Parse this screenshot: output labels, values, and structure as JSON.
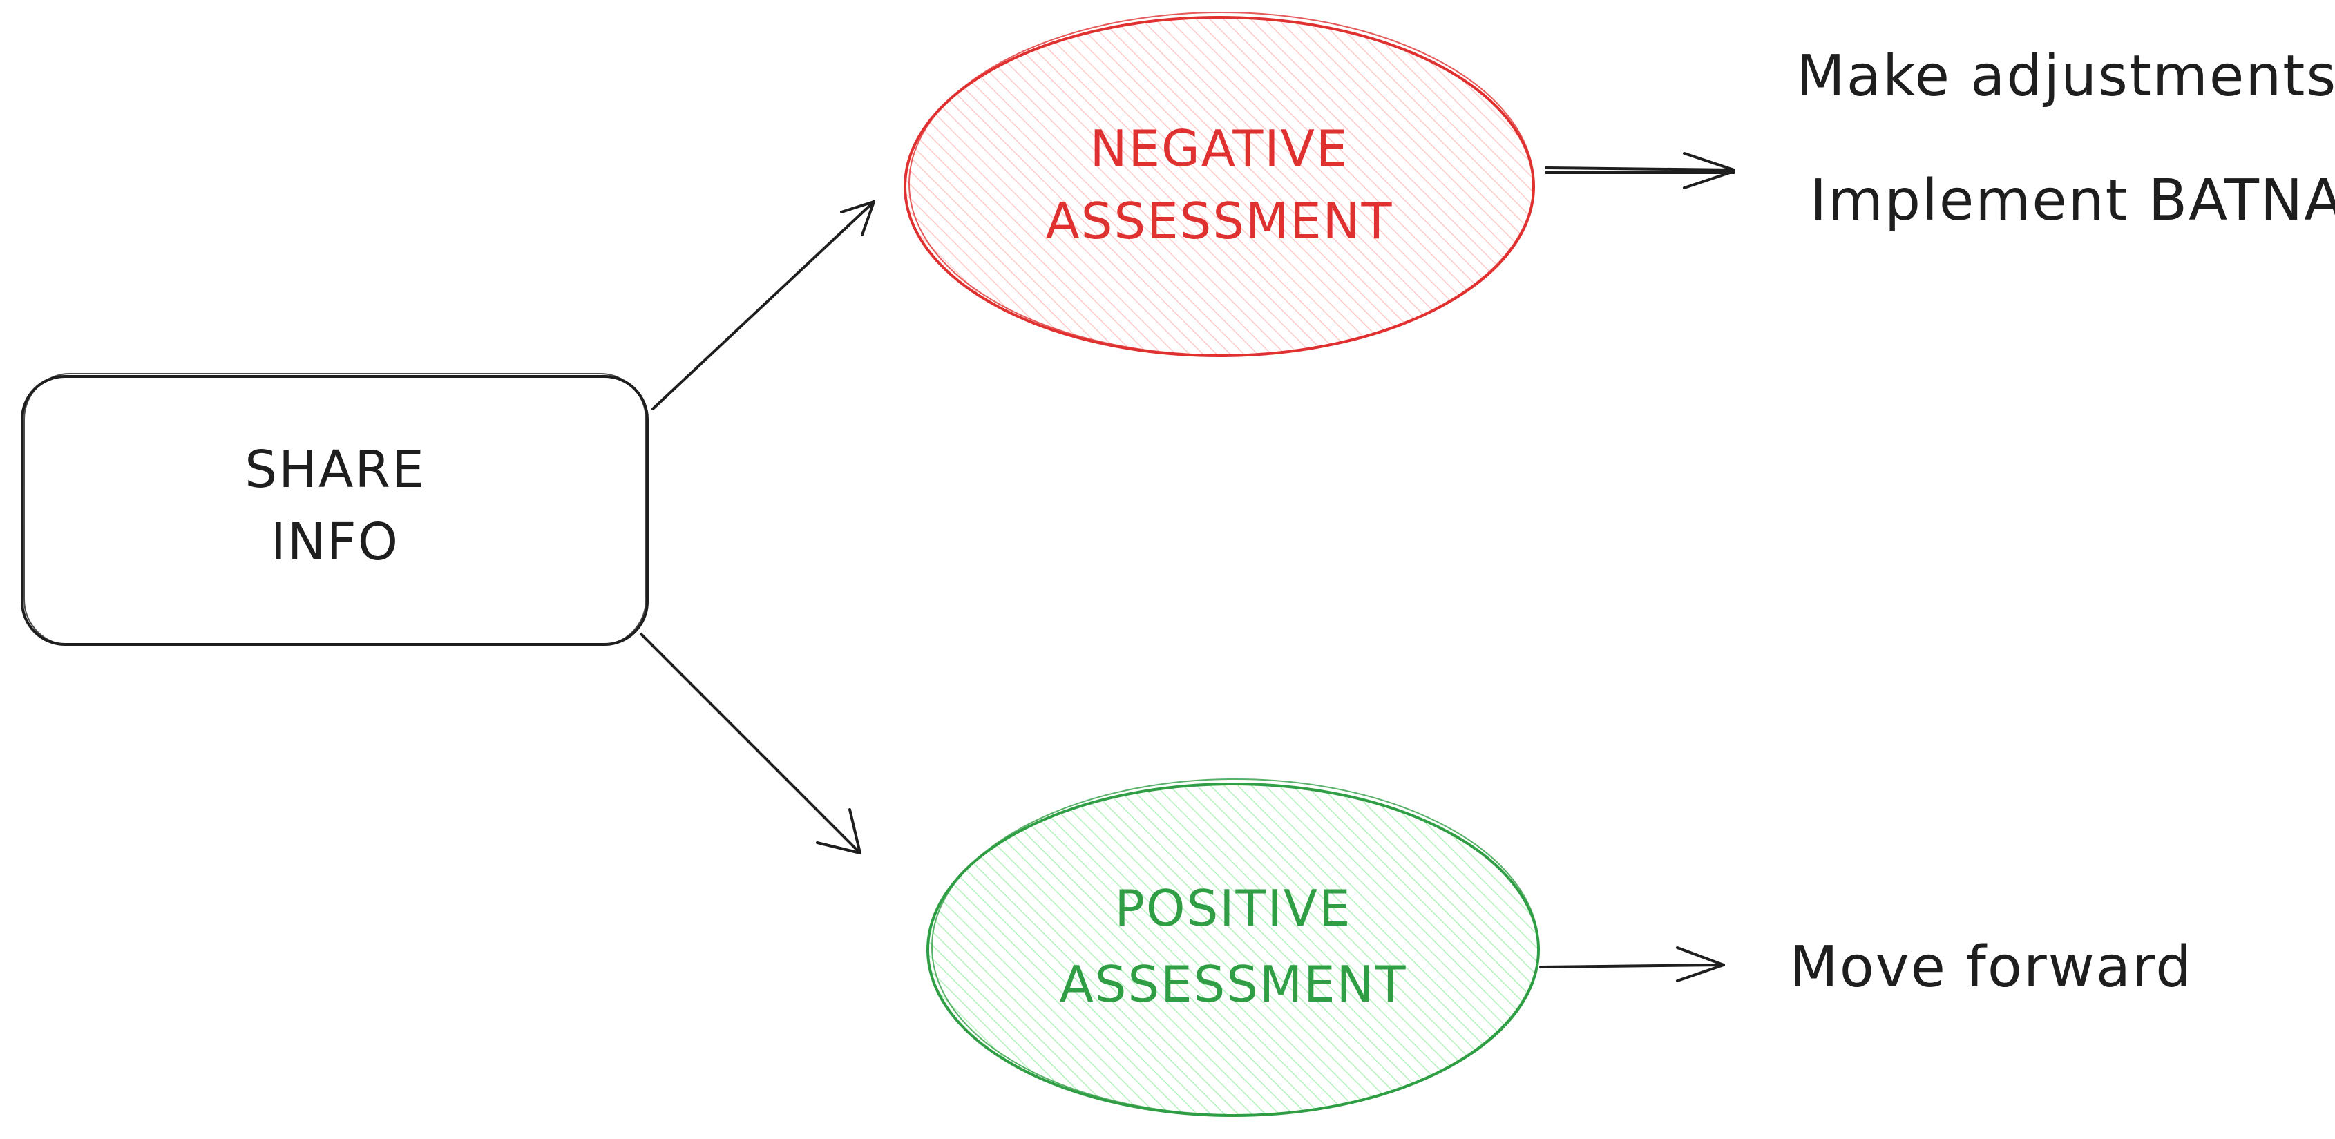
{
  "colors": {
    "background": "#ffffff",
    "stroke_dark": "#1e1e1e",
    "negative_stroke": "#e03131",
    "negative_fill": "#ffc9c9",
    "negative_text": "#e03131",
    "positive_stroke": "#2f9e44",
    "positive_fill": "#b2f2bb",
    "positive_text": "#2f9e44",
    "text_dark": "#1e1e1e"
  },
  "nodes": {
    "share": {
      "line1": "SHARE",
      "line2": "INFO"
    },
    "negative": {
      "line1": "NEGATIVE",
      "line2": "ASSESSMENT"
    },
    "positive": {
      "line1": "POSITIVE",
      "line2": "ASSESSMENT"
    }
  },
  "outcomes": {
    "negative": {
      "item1": "Make adjustments",
      "item2": "Implement BATNA"
    },
    "positive": {
      "item1": "Move forward"
    }
  },
  "edges": [
    {
      "from": "share",
      "to": "negative"
    },
    {
      "from": "share",
      "to": "positive"
    },
    {
      "from": "negative",
      "to": "negative-outcomes"
    },
    {
      "from": "positive",
      "to": "positive-outcomes"
    }
  ]
}
